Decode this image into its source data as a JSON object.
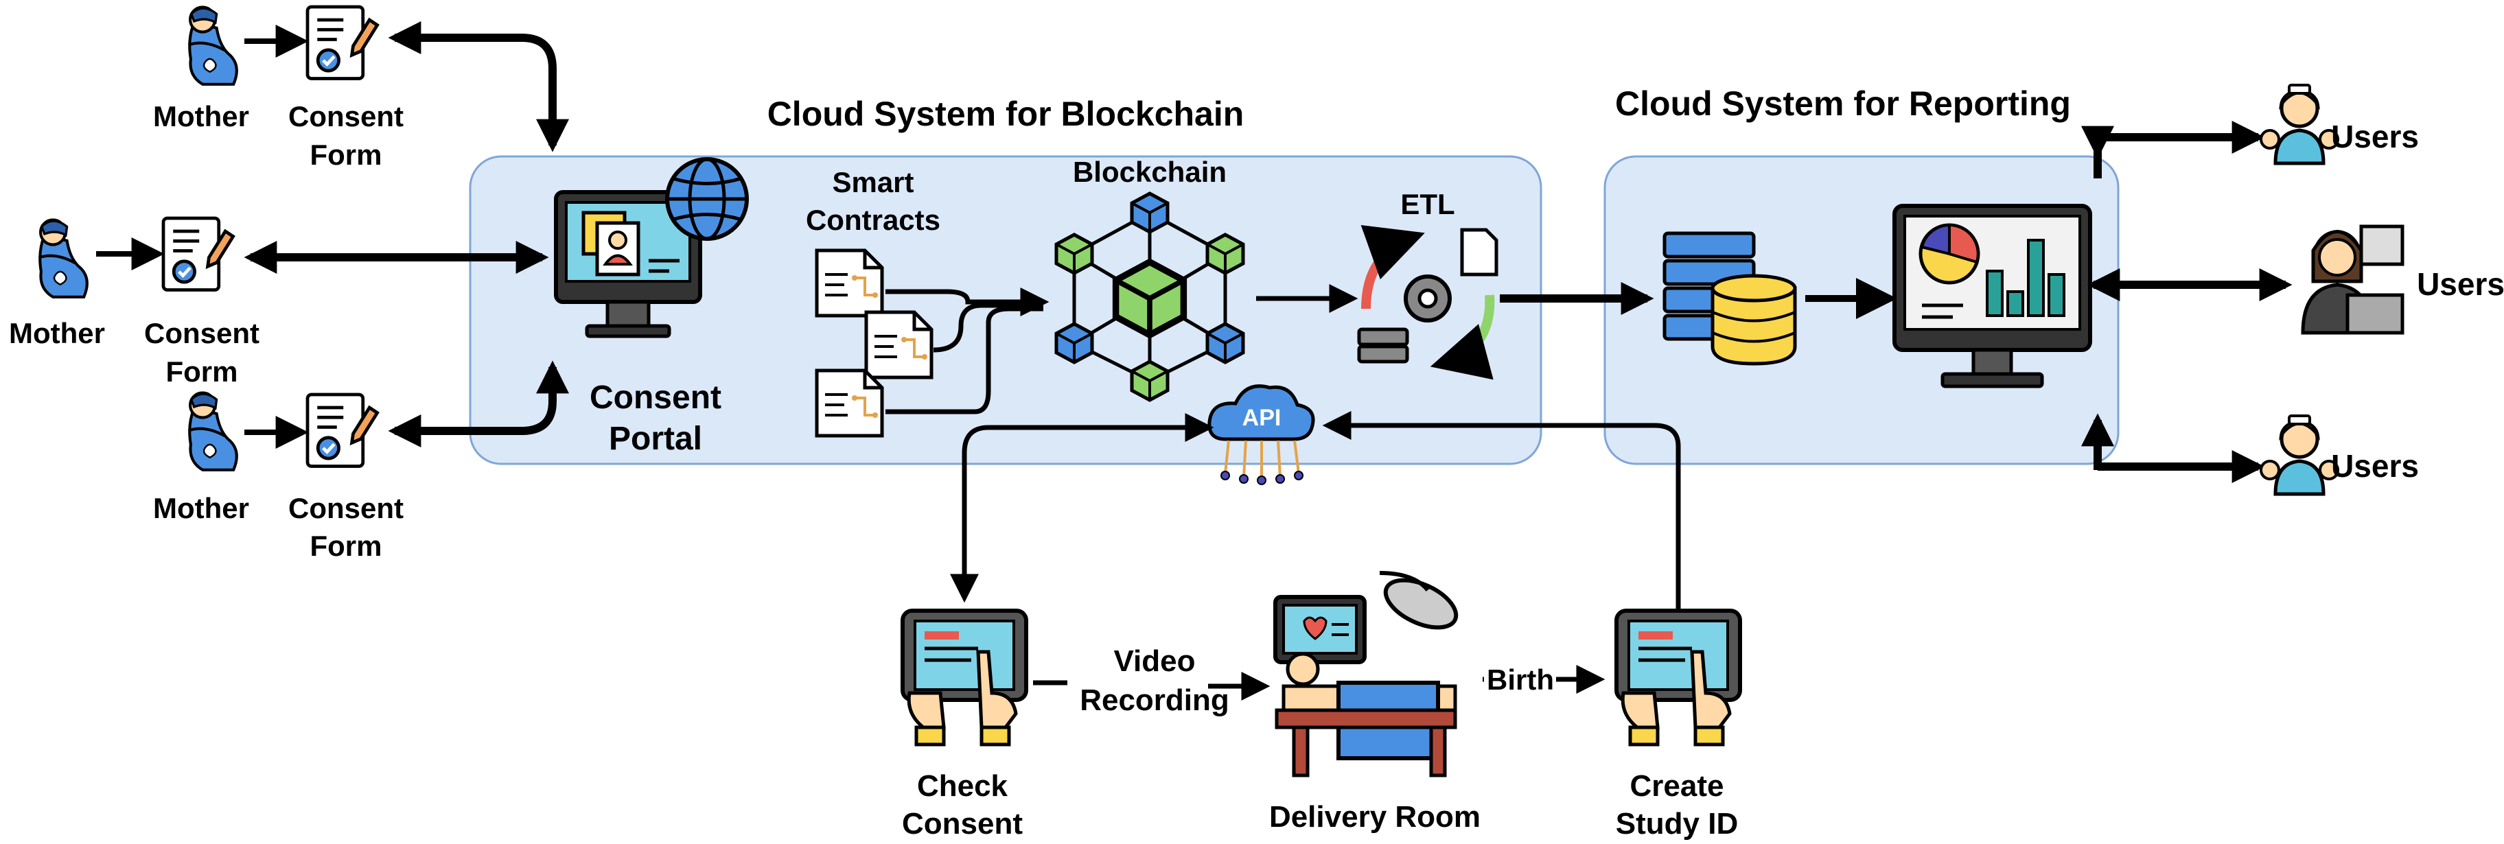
{
  "titles": {
    "blockchain_cloud": "Cloud System for Blockchain",
    "reporting_cloud": "Cloud System for Reporting"
  },
  "mothers": [
    {
      "label": "Mother",
      "form_line1": "Consent",
      "form_line2": "Form"
    },
    {
      "label": "Mother",
      "form_line1": "Consent",
      "form_line2": "Form"
    },
    {
      "label": "Mother",
      "form_line1": "Consent",
      "form_line2": "Form"
    }
  ],
  "portal": {
    "line1": "Consent",
    "line2": "Portal"
  },
  "smart_contracts": {
    "line1": "Smart",
    "line2": "Contracts"
  },
  "blockchain": {
    "label": "Blockchain"
  },
  "etl": {
    "label": "ETL"
  },
  "api": {
    "label": "API"
  },
  "users": [
    "Users",
    "Users",
    "Users"
  ],
  "workflow": {
    "check_consent": {
      "line1": "Check",
      "line2": "Consent"
    },
    "video": {
      "line1": "Video",
      "line2": "Recording"
    },
    "delivery_room": "Delivery Room",
    "birth": "Birth",
    "create_study": {
      "line1": "Create",
      "line2": "Study ID"
    }
  },
  "colors": {
    "cloud_fill": "#dbe8f8",
    "cloud_stroke": "#7fa6d6",
    "skin": "#ffd9a8",
    "blue_shirt": "#4a90e2",
    "teal": "#2aa198",
    "yellow": "#f9d64a",
    "green": "#8fd46a"
  },
  "icons": [
    "pregnant-mother-icon",
    "consent-form-icon",
    "consent-portal-monitor-icon",
    "globe-icon",
    "smart-contract-doc-icon",
    "blockchain-network-icon",
    "etl-gear-icon",
    "api-cloud-icon",
    "database-icon",
    "dashboard-monitor-icon",
    "nurse-users-icon",
    "analyst-user-icon",
    "tablet-hands-icon",
    "delivery-room-icon"
  ]
}
